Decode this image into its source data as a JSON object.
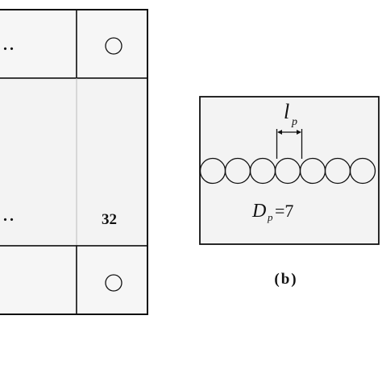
{
  "left_panel": {
    "top_ellipsis": "..",
    "bottom_ellipsis": "..",
    "cell_count_label": "32"
  },
  "right_panel": {
    "spacing_symbol": "l",
    "spacing_subscript": "p",
    "diameter_symbol": "D",
    "diameter_subscript": "p",
    "diameter_value": "=7",
    "circle_count": 7
  },
  "caption_b": "(b)",
  "colors": {
    "panel_fill": "#f3f3f3",
    "stroke": "#111111"
  }
}
